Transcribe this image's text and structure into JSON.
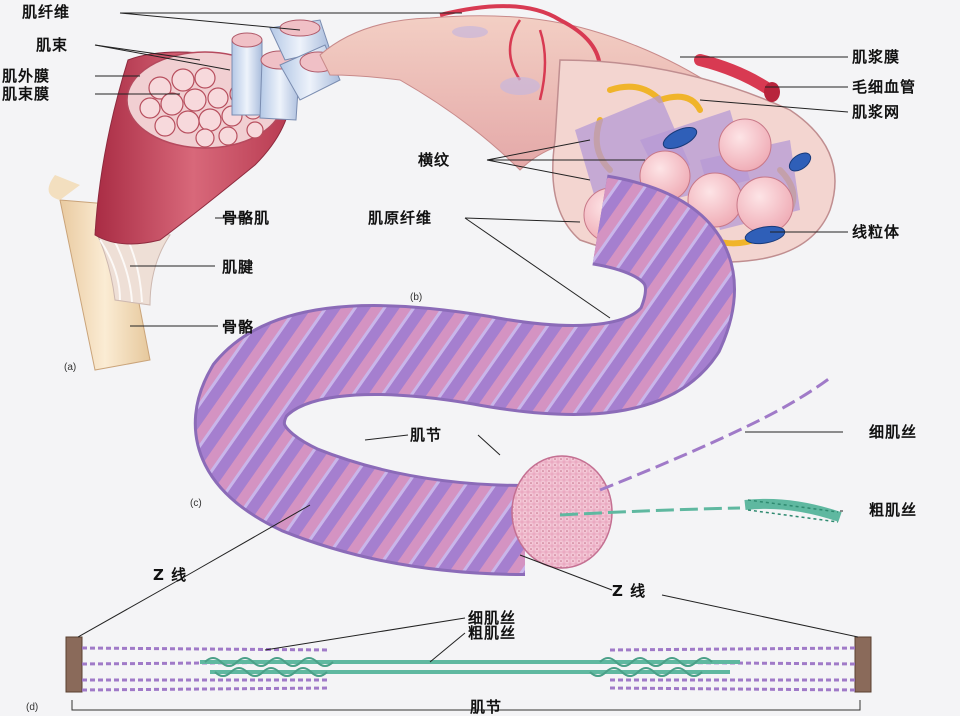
{
  "labels": {
    "muscle_fiber": "肌纤维",
    "fascicle": "肌束",
    "epimysium": "肌外膜",
    "perimysium": "肌束膜",
    "skeletal_muscle": "骨骼肌",
    "tendon": "肌腱",
    "bone": "骨骼",
    "striation": "横纹",
    "myofibril": "肌原纤维",
    "sarcolemma": "肌浆膜",
    "capillary": "毛细血管",
    "sarcoplasmic_reticulum": "肌浆网",
    "mitochondria": "线粒体",
    "sarcomere_c": "肌节",
    "thin_filament_c": "细肌丝",
    "thick_filament_c": "粗肌丝",
    "z_line_left": "Z 线",
    "z_line_right": "Z 线",
    "thin_filament_d": "细肌丝",
    "thick_filament_d": "粗肌丝",
    "sarcomere_d": "肌节"
  },
  "panels": {
    "a": "(a)",
    "b": "(b)",
    "c": "(c)",
    "d": "(d)"
  },
  "colors": {
    "muscle": "#c8485c",
    "tendon": "#e8d9c8",
    "bone": "#f1dcbc",
    "myofibril": "#a886d2",
    "fiber_pink": "#f4c2c6",
    "reticulum": "#f0b42a",
    "mitochondria": "#2f5fb8",
    "capillary": "#d83a52",
    "thin_filament": "#a07ac8",
    "thick_filament": "#5fb8a0",
    "z_disc": "#8a6a5a"
  }
}
